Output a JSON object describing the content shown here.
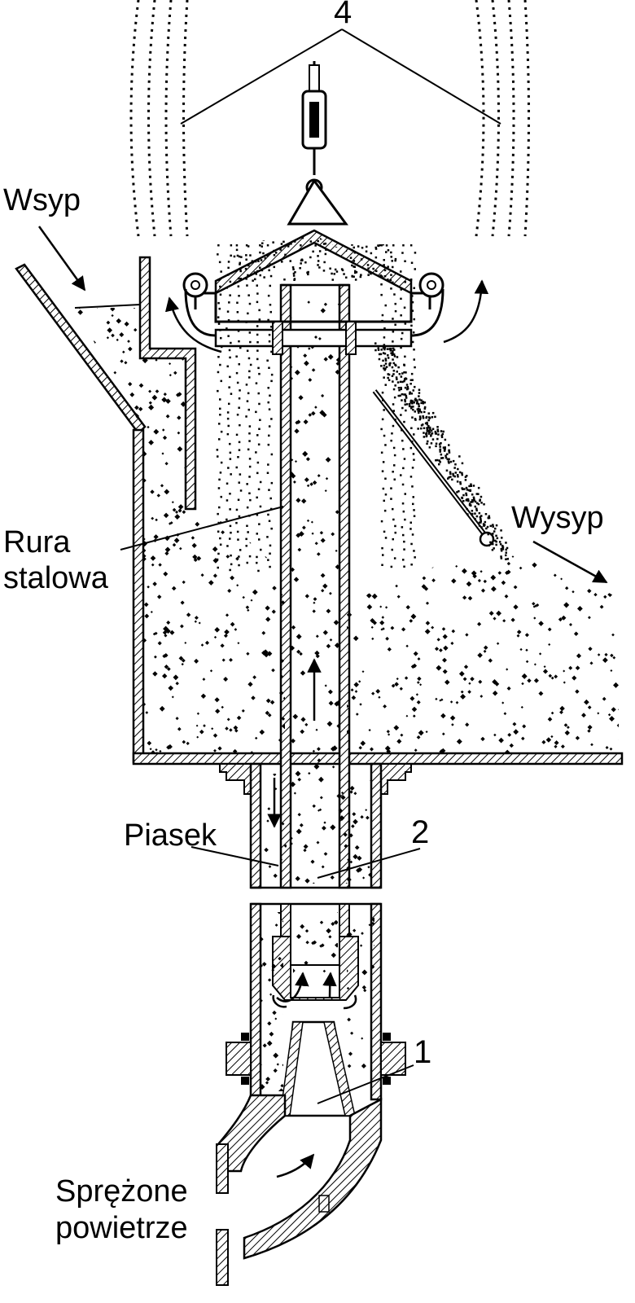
{
  "labels": {
    "inlet": "Wsyp",
    "outlet": "Wysyp",
    "steel_pipe_line1": "Rura",
    "steel_pipe_line2": "stalowa",
    "sand": "Piasek",
    "air_line1": "Sprężone",
    "air_line2": "powietrze"
  },
  "callouts": {
    "c1": "1",
    "c2": "2",
    "c4": "4"
  },
  "colors": {
    "ink": "#000000",
    "paper": "#ffffff"
  }
}
